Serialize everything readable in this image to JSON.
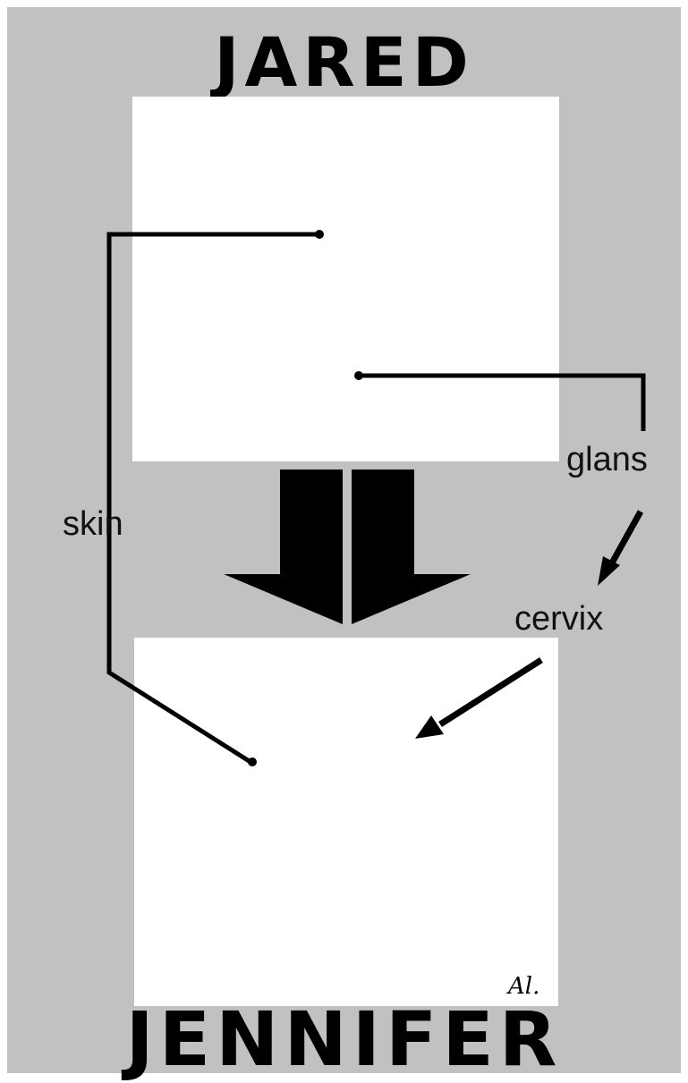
{
  "titles": {
    "top": "JARED",
    "bottom": "JENNIFER"
  },
  "labels": {
    "skin": "skin",
    "glans": "glans",
    "cervix": "cervix"
  },
  "panels": {
    "top": "illustration-not-reproduced",
    "bottom": "illustration-not-reproduced"
  },
  "signature": "Al.",
  "colors": {
    "background": "#c1c1c1",
    "panel": "#ffffff",
    "ink": "#000000"
  }
}
